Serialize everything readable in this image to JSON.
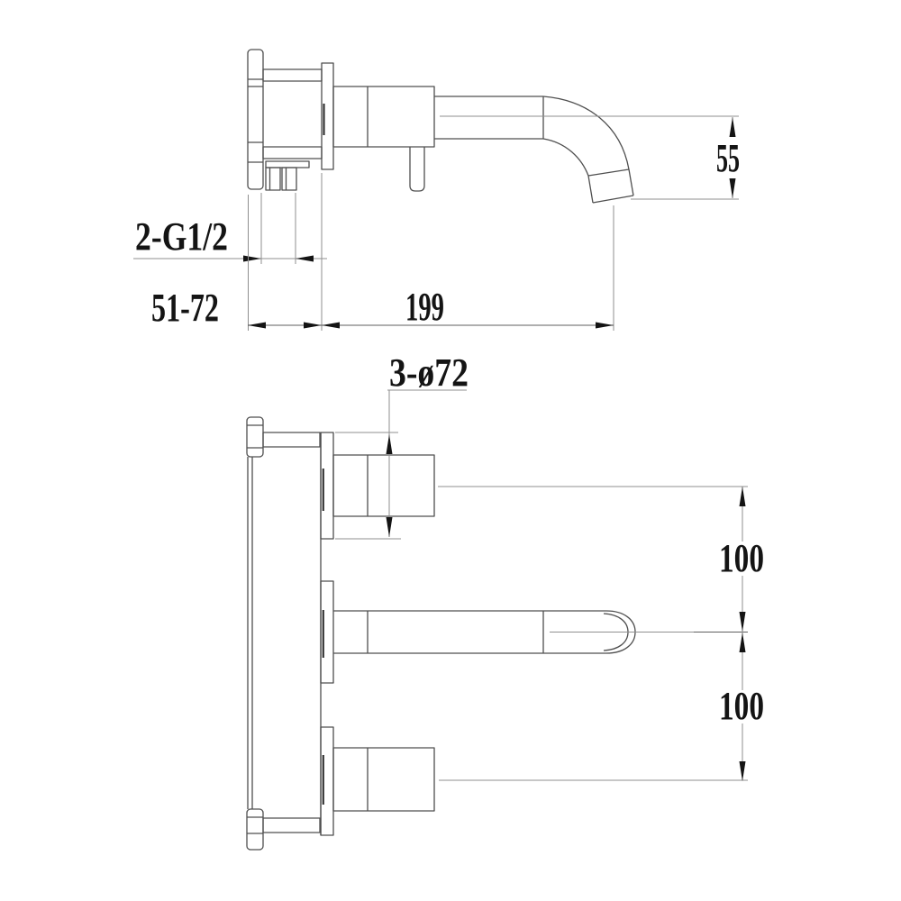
{
  "labels": {
    "spout_height": "55",
    "inlet_threads": "2-G1/2",
    "wall_depth_range": "51-72",
    "spout_reach": "199",
    "escutcheon_diameter": "3-ø72",
    "upper_spacing": "100",
    "lower_spacing": "100"
  },
  "colors": {
    "background": "#ffffff",
    "object_line": "#4f4f4f",
    "dimension_line": "#8f8f8f",
    "dimension_strong": "#5f5f5f",
    "text": "#141414"
  }
}
